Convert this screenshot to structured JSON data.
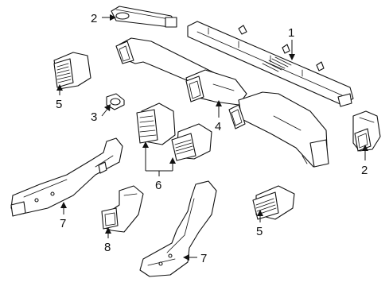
{
  "callouts": {
    "c1": "1",
    "c2a": "2",
    "c2b": "2",
    "c3": "3",
    "c4": "4",
    "c5a": "5",
    "c5b": "5",
    "c6": "6",
    "c7a": "7",
    "c7b": "7",
    "c8": "8"
  }
}
